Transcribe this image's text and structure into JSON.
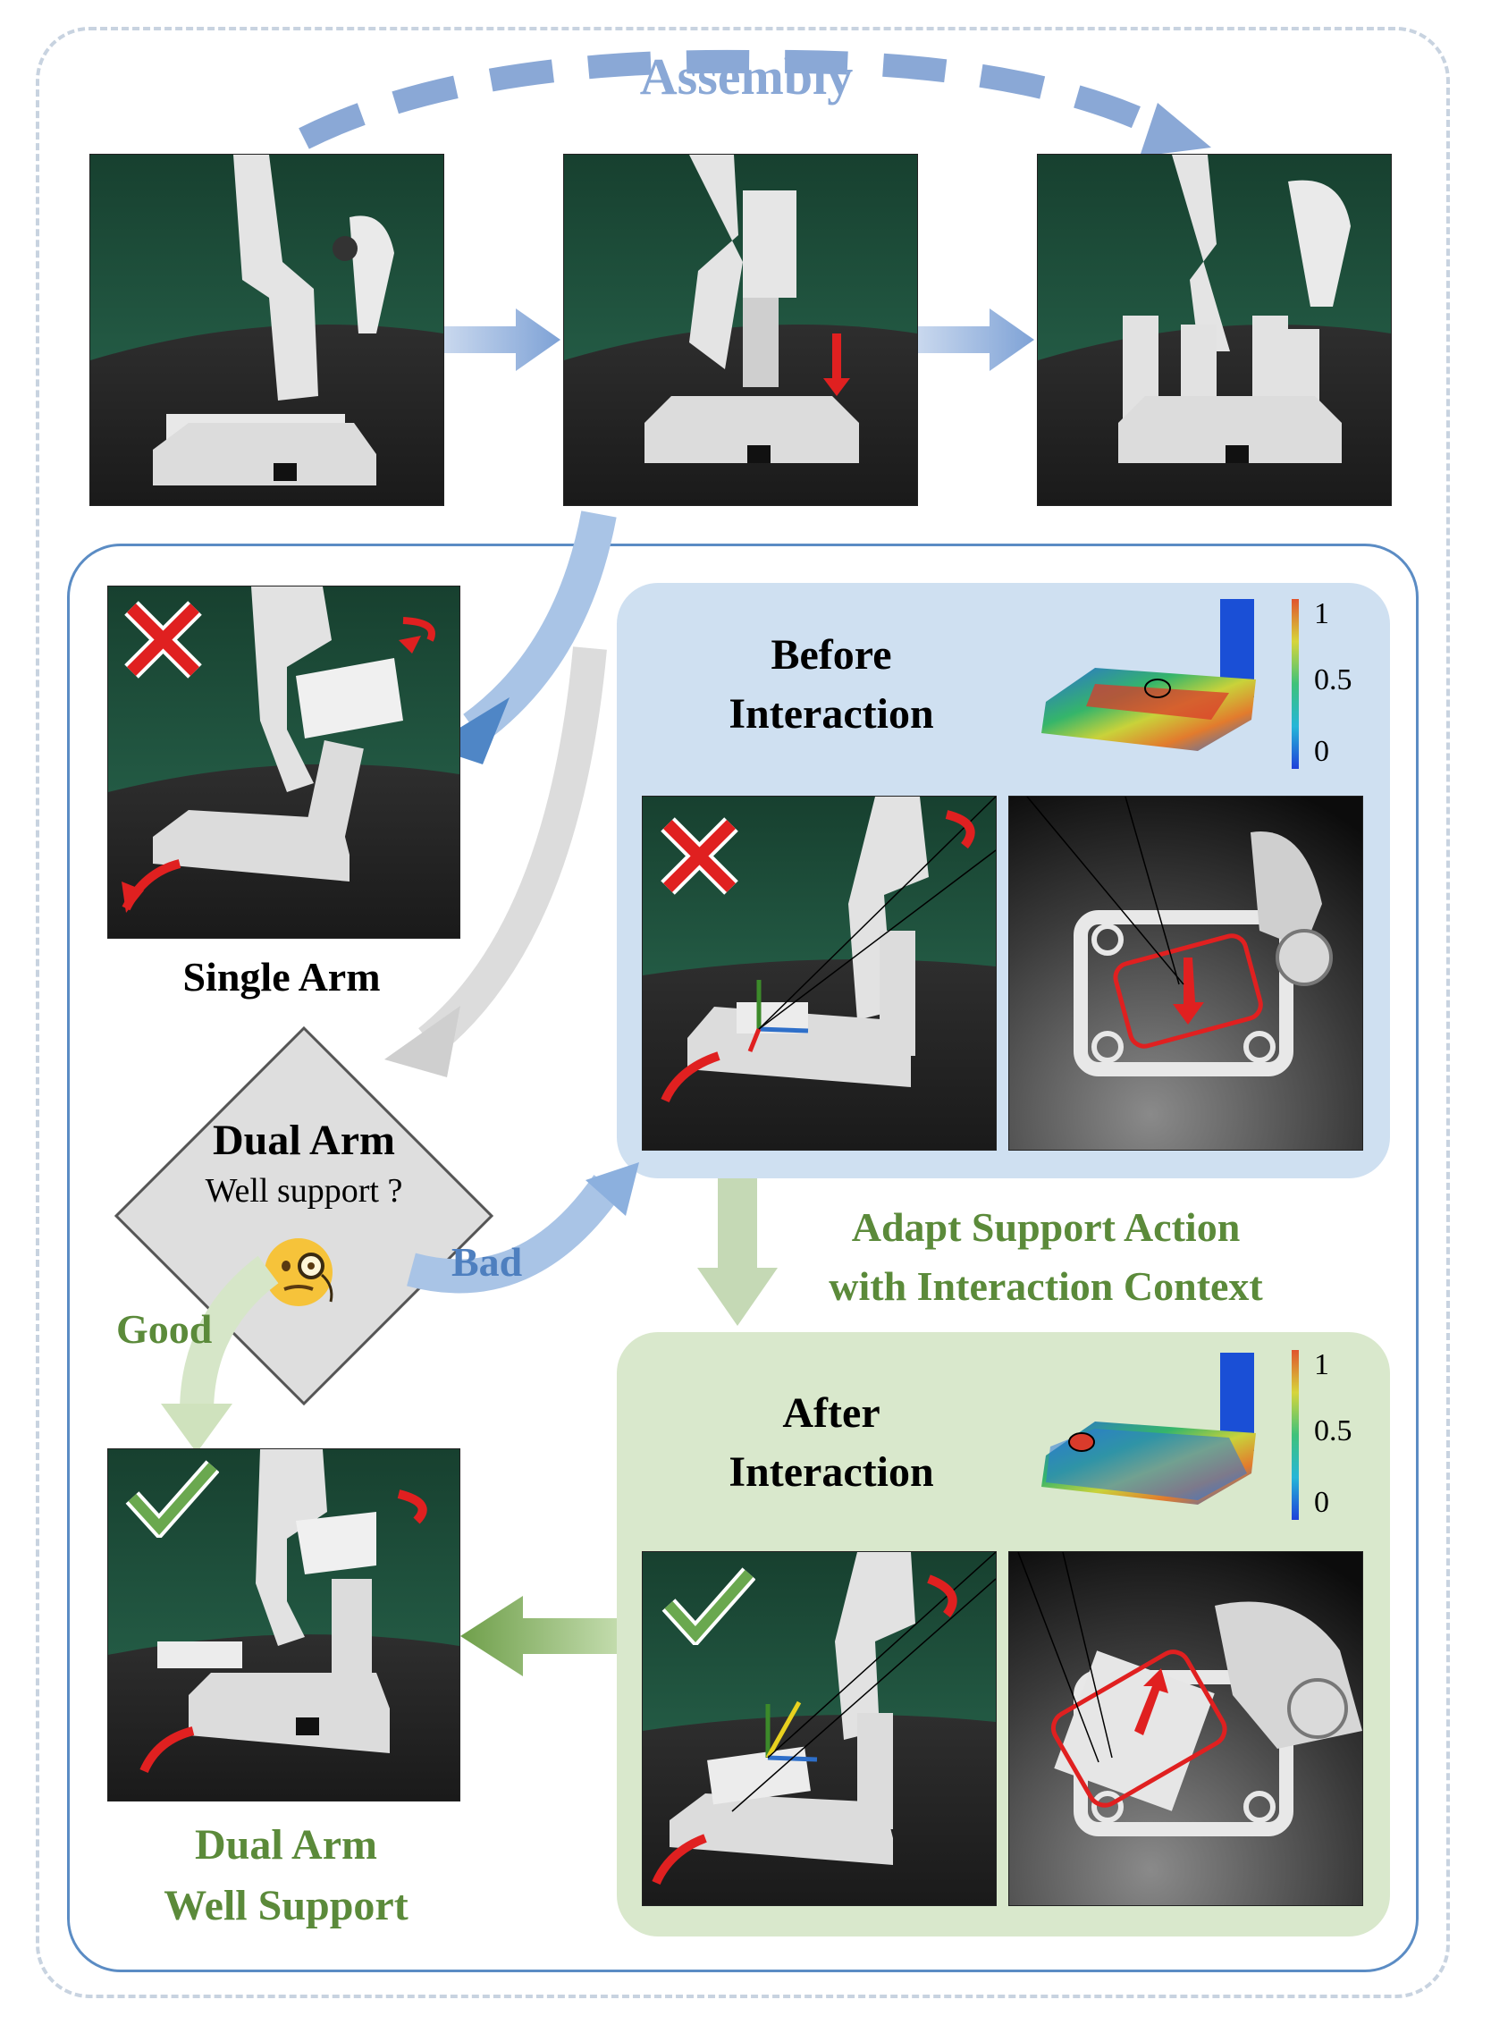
{
  "title": "Assembly",
  "single_arm": {
    "label": "Single Arm"
  },
  "before": {
    "title_line1": "Before",
    "title_line2": "Interaction"
  },
  "after": {
    "title_line1": "After",
    "title_line2": "Interaction"
  },
  "colorbar": {
    "max": "1",
    "mid": "0.5",
    "min": "0"
  },
  "decision": {
    "title": "Dual Arm",
    "question": "Well support ?",
    "emoji": "thinking-monocle-face-icon"
  },
  "outcomes": {
    "bad": "Bad",
    "good": "Good"
  },
  "adapt": {
    "line1": "Adapt Support Action",
    "line2": "with Interaction Context"
  },
  "result": {
    "line1": "Dual Arm",
    "line2": "Well Support"
  },
  "colors": {
    "accent_blue": "#8aa8d6",
    "frame_blue": "#5b8cc4",
    "panel_blue": "#cfe0f1",
    "panel_green": "#d9e8cc",
    "text_green": "#5b8a3a",
    "fail_red": "#e02020",
    "success_green": "#6aa84f",
    "scene_wall": "#1e4a38",
    "scene_floor": "#2a2a2a"
  }
}
